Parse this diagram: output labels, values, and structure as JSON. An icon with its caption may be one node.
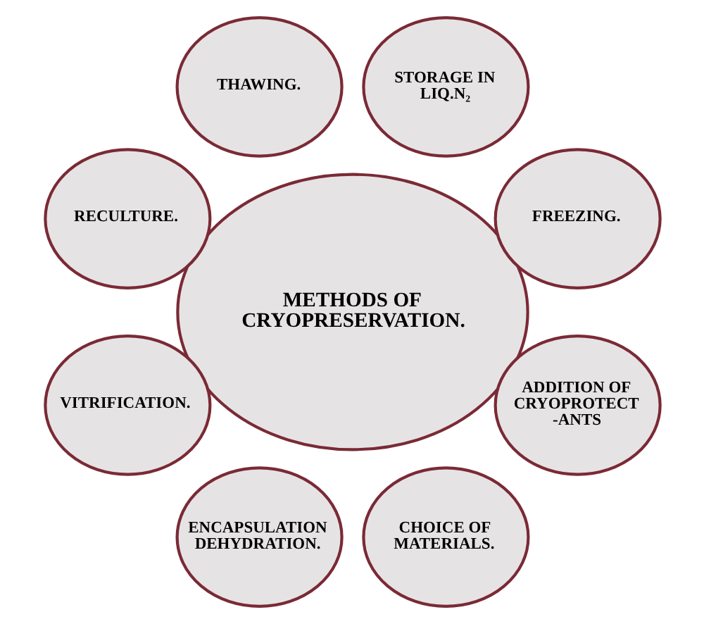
{
  "diagram": {
    "nodes": [
      {
        "text": [
          "METHODS OF CRYOPRESERVATION."
        ]
      },
      {
        "text": [
          "FREEZING."
        ]
      },
      {
        "text": [
          "STORAGE IN LIQ.N₂"
        ]
      },
      {
        "text": [
          "THAWING."
        ]
      },
      {
        "text": [
          "RECULTURE."
        ]
      },
      {
        "text": [
          "VITRIFICATION."
        ]
      },
      {
        "text": [
          "ENCAPSULATION DEHYDRATION."
        ]
      },
      {
        "text": [
          "CHOICE OF MATERIALS."
        ]
      },
      {
        "text": [
          "ADDITION OF CRYOPROTECT -ANTS"
        ]
      }
    ],
    "edges": []
  }
}
